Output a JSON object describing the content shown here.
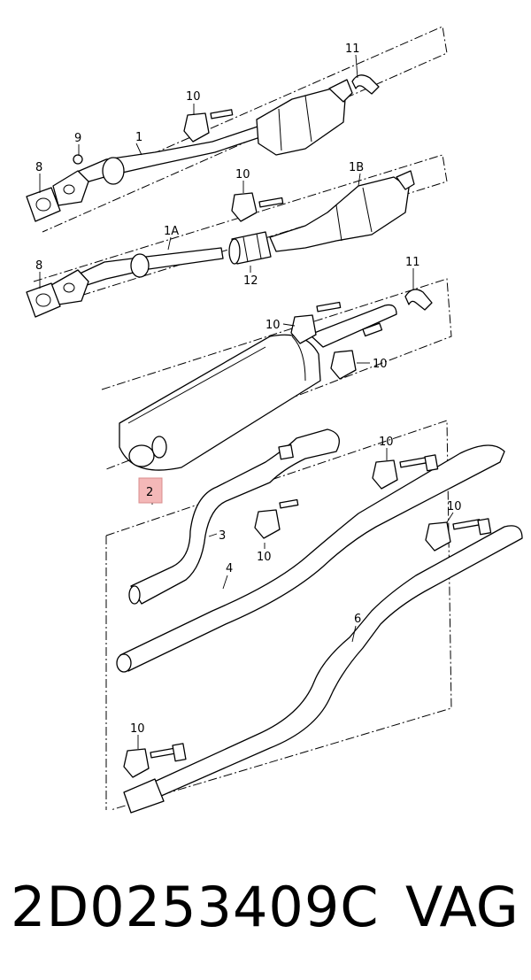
{
  "diagram": {
    "labels": {
      "p1": "1",
      "p1a": "1A",
      "p1b": "1B",
      "p2": "2",
      "p3": "3",
      "p4": "4",
      "p6": "6",
      "p8a": "8",
      "p8b": "8",
      "p9": "9",
      "p10a": "10",
      "p10b": "10",
      "p10c": "10",
      "p10d": "10",
      "p10e": "10",
      "p10f": "10",
      "p10g": "10",
      "p10h": "10",
      "p11a": "11",
      "p11b": "11",
      "p12": "12"
    },
    "highlight_color": "#f4b8b8"
  },
  "caption": {
    "part_number": "2D0253409C",
    "brand": "VAG"
  }
}
